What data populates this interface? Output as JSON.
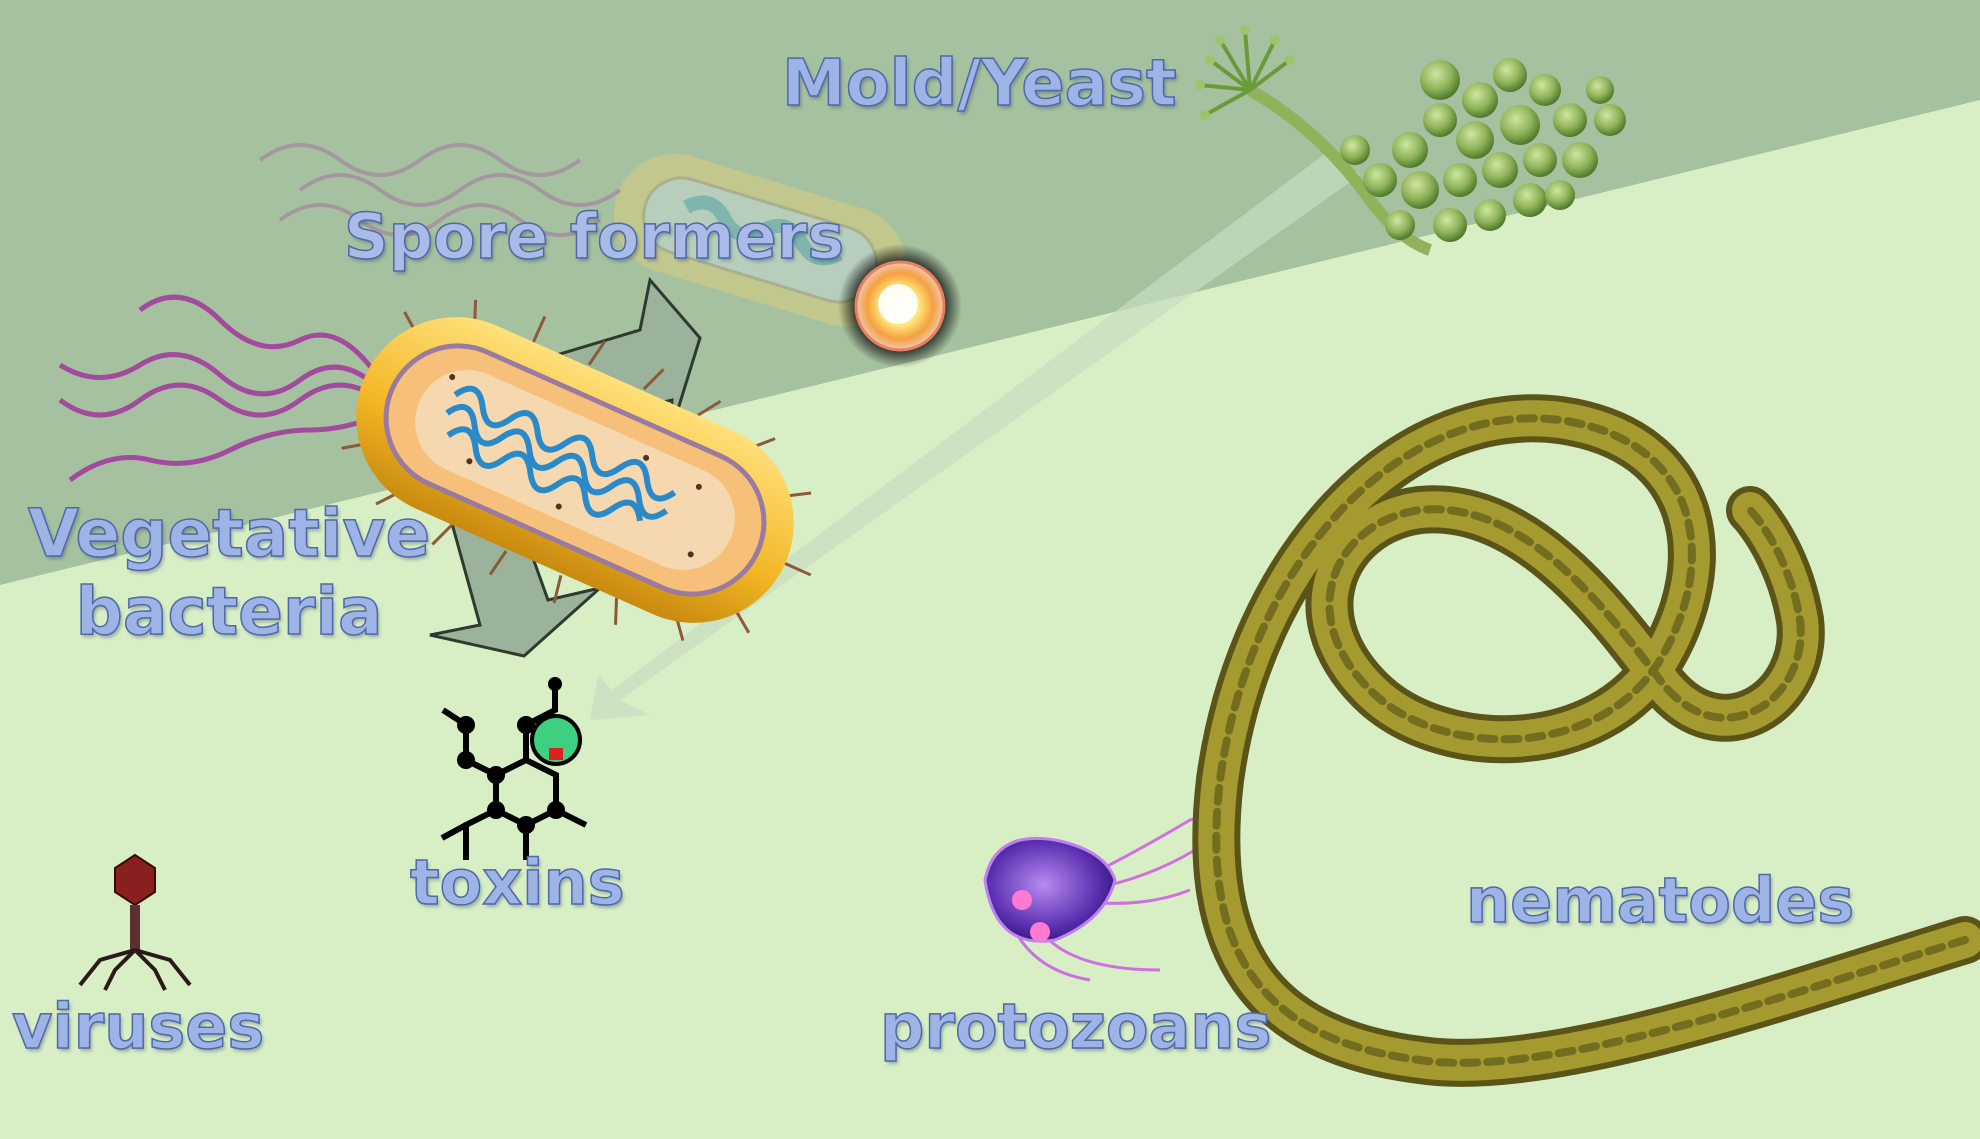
{
  "labels": {
    "mold_yeast": "Mold/Yeast",
    "spore_formers": "Spore formers",
    "vegetative_line1": "Vegetative",
    "vegetative_line2": "bacteria",
    "toxins": "toxins",
    "viruses": "viruses",
    "protozoans": "protozoans",
    "nematodes": "nematodes"
  },
  "colors": {
    "background_light": "#d8efc6",
    "background_dark": "#a6c1a0",
    "label_fill": "#9fb4e6",
    "label_stroke": "#4f68a8",
    "arrow_fill": "#9ab39a",
    "bacterium_body": "#f2c232",
    "flagella": "#a24a9e",
    "nematode": "#9a8f2e",
    "spore_core": "#ffe27a",
    "mold": "#8fb25a",
    "protozoan": "#6b3fc4",
    "virus": "#8a1f1f"
  },
  "icons": {
    "bacterium": "rod-bacterium-icon",
    "spore": "spore-icon",
    "mold": "mold-yeast-cluster-icon",
    "toxin": "toxin-molecule-icon",
    "virus": "bacteriophage-icon",
    "protozoan": "giardia-icon",
    "nematode": "nematode-worm-icon"
  }
}
